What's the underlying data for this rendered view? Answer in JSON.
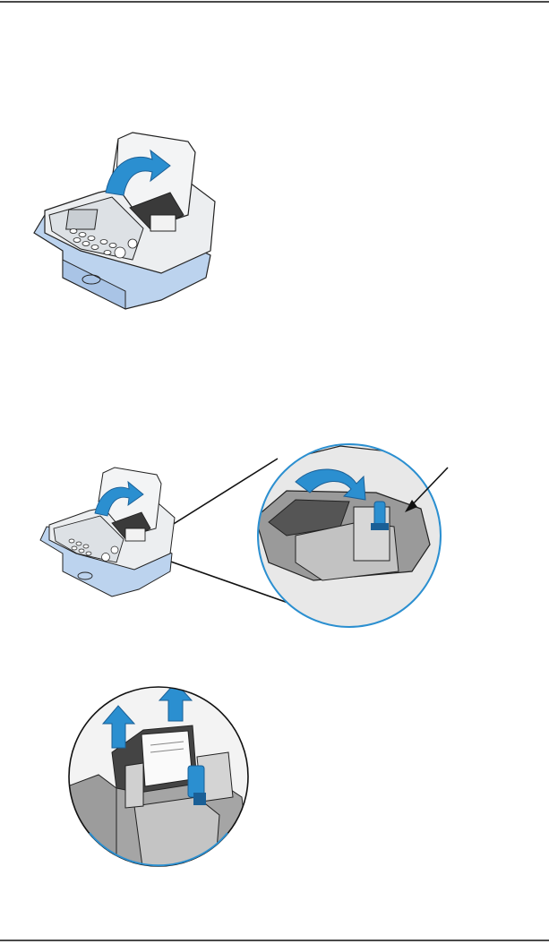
{
  "page": {
    "header_rule": "",
    "footer_rule": ""
  },
  "illustrations": [
    {
      "icon": "postage-meter-open-cover-illustration"
    },
    {
      "icon": "ink-cartridge-guard-detail-illustration"
    },
    {
      "icon": "ink-cartridge-removal-illustration"
    }
  ],
  "colors": {
    "accent": "#2b8fd0",
    "accent_dark": "#1a5f96",
    "machine_base": "#bcd3ee",
    "machine_body": "#e9ecef",
    "line": "#222222"
  }
}
